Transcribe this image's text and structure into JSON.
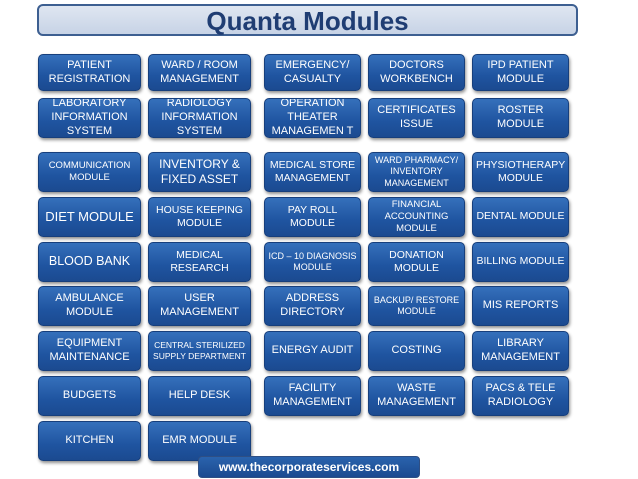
{
  "title": "Quanta Modules",
  "footer": "www.thecorporateservices.com",
  "colors": {
    "tile": "#1f54a0",
    "tile_border": "#173f7c",
    "title_text": "#1f3d73",
    "title_bg": "#c7d3e6"
  },
  "rows": [
    [
      "PATIENT REGISTRATION",
      "WARD / ROOM MANAGEMENT",
      "EMERGENCY/ CASUALTY",
      "DOCTORS WORKBENCH",
      "IPD PATIENT MODULE"
    ],
    [
      "LABORATORY INFORMATION SYSTEM",
      "RADIOLOGY INFORMATION SYSTEM",
      "OPERATION THEATER MANAGEMEN T",
      "CERTIFICATES ISSUE",
      "ROSTER MODULE"
    ],
    [
      "COMMUNICATION MODULE",
      "INVENTORY & FIXED ASSET",
      "MEDICAL STORE MANAGEMENT",
      "WARD PHARMACY/ INVENTORY MANAGEMENT",
      "PHYSIOTHERAPY MODULE"
    ],
    [
      "DIET MODULE",
      "HOUSE KEEPING MODULE",
      "PAY ROLL MODULE",
      "FINANCIAL ACCOUNTING MODULE",
      "DENTAL MODULE"
    ],
    [
      "BLOOD BANK",
      "MEDICAL RESEARCH",
      "ICD – 10 DIAGNOSIS MODULE",
      "DONATION MODULE",
      "BILLING MODULE"
    ],
    [
      "AMBULANCE MODULE",
      "USER MANAGEMENT",
      "ADDRESS DIRECTORY",
      "BACKUP/ RESTORE MODULE",
      "MIS REPORTS"
    ],
    [
      "EQUIPMENT MAINTENANCE",
      "CENTRAL STERILIZED SUPPLY DEPARTMENT",
      "ENERGY AUDIT",
      "COSTING",
      "LIBRARY MANAGEMENT"
    ],
    [
      "BUDGETS",
      "HELP DESK",
      "FACILITY MANAGEMENT",
      "WASTE MANAGEMENT",
      "PACS & TELE RADIOLOGY"
    ],
    [
      "KITCHEN",
      "EMR MODULE"
    ]
  ]
}
